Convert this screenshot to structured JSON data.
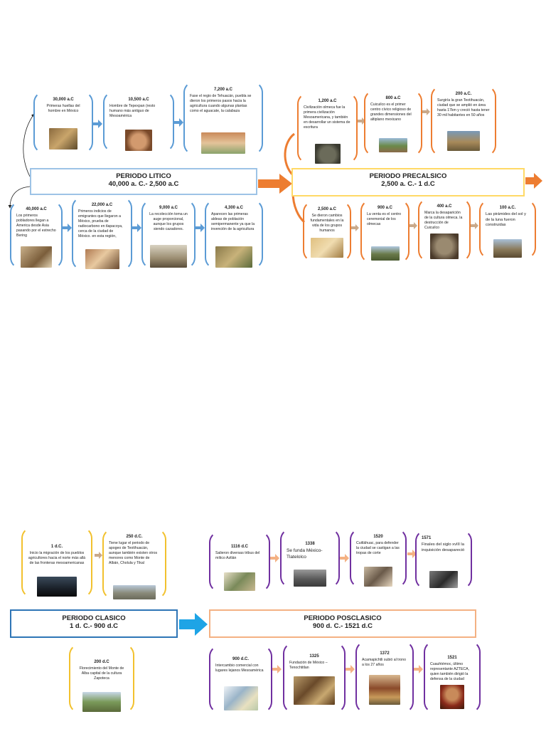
{
  "periods": {
    "litico": {
      "title": "PERIODO LITICO",
      "dates": "40,000 a. C.- 2,500 a.C"
    },
    "precalsico": {
      "title": "PERIODO PRECALSICO",
      "dates": "2,500 a. C.- 1 d.C"
    },
    "clasico": {
      "title": "PERIODO CLASICO",
      "dates": "1 d. C.- 900 d.C"
    },
    "posclasico": {
      "title": "PERIODO POSCLASICO",
      "dates": "900 d. C.- 1521 d.C"
    }
  },
  "litico_top": [
    {
      "year": "30,000 a.C",
      "text": "Primeras huellas del hombre en México"
    },
    {
      "year": "10,500 a.C",
      "text": "Hombre de Tepexpan (resto humano más antiguo de Mesoamérica"
    },
    {
      "year": "7,200 a.C",
      "text": "Fase el regio de Tehuacán, puebla se dieron los primeros pasos hacia la agricultura cuando algunas plantas como el aguacate, la calabaza"
    }
  ],
  "litico_bottom": [
    {
      "year": "40,000 a.C",
      "text": "Los primeros pobladores llegan a America desde Asia pasando por el estrecho Bering"
    },
    {
      "year": "22,000 a.C",
      "text": "Primeros indicios de emigrantes que llegaron a México, prueba de radiocarbono en tlapacoya, cerca de la ciudad de México. en esta región,"
    },
    {
      "year": "9,000 a.C",
      "text": "La recolección toma un auge proporcional, aunque los grupos siendo cazadores."
    },
    {
      "year": "4,300 a.C",
      "text": "Aparecen las primeras aldeas de población semipermanente ya que la invención de la agricultura"
    }
  ],
  "preclasico_top": [
    {
      "year": "1,200 a.C",
      "text": "Civilización olmeca fue la primera civilización Mesoamericana, y también en desarrollar un sistema de escritura"
    },
    {
      "year": "800 a.C",
      "text": "Cuicuilco es el primer centro cívico religioso de grandes dimensiones del altiplano mexicano"
    },
    {
      "year": "200 a.C.",
      "text": "Surgiría la gran Teotihuacán, ciudad que se amplió en área hasta 17km y creció hasta tener 30 mil habitantes en 50 años"
    }
  ],
  "preclasico_bottom": [
    {
      "year": "2,500 a.C",
      "text": "Se dieron cambios fundamentales en la vida de los grupos humanos"
    },
    {
      "year": "900 a.C",
      "text": "La venta es el centro ceremonial de los olmecas"
    },
    {
      "year": "400 a.C",
      "text": "Marca la desaparición de la cultura olmeca. la destrucción de Cuicuilco"
    },
    {
      "year": "100 a.C.",
      "text": "Las pirámides del sol y de la luna fueron construidas"
    }
  ],
  "clasico_top": [
    {
      "year": "1 d.C.",
      "text": "Inicio la migración de los pueblos agricultores hacia el norte más allá de las fronteras mesoamericanas"
    },
    {
      "year": "250 d.C.",
      "text": "Tiene lugar el periodo de apogeo de Teotihuacán, aunque también existen otros menores como Monte de Albán, Cholula y Tikal"
    }
  ],
  "clasico_bottom": [
    {
      "year": "200 d.C",
      "text": "Florecimiento del Monte de Alba capital de la cultura Zapoteca"
    }
  ],
  "posclasico_top": [
    {
      "year": "1116 d.C",
      "text": "Salieron diversas tribus del mítico Aztlán"
    },
    {
      "year": "1338",
      "text": "Se funda México-Tlatelolco"
    },
    {
      "year": "1520",
      "text": "Cuitláhuac, para defender la ciudad se castigan a las tropas de corte"
    },
    {
      "year": "1571",
      "text": "Finales del siglo xvIII la inquisición desapareció"
    }
  ],
  "posclasico_bottom": [
    {
      "year": "900 d.C.",
      "text": "Intercambio comercial con lugares lejanos Mesoamérica"
    },
    {
      "year": "1325",
      "text": "Fundación de México – Tenochtitlan"
    },
    {
      "year": "1372",
      "text": "Acamapichtli subió al trono a los 27 años"
    },
    {
      "year": "1521",
      "text": "Cuauhtémoc, último representante AZTECA, quien también dirigió la defensa de la ciudad"
    }
  ],
  "colors": {
    "litico": "#5b9bd5",
    "precalsico": "#ed7d31",
    "clasico": "#f2c12e",
    "posclasico": "#7030a0",
    "clasico_box": "#2e75b6",
    "posclasico_box": "#f4b183",
    "precalsico_box": "#ffd966",
    "litico_box": "#9dc3e6"
  }
}
